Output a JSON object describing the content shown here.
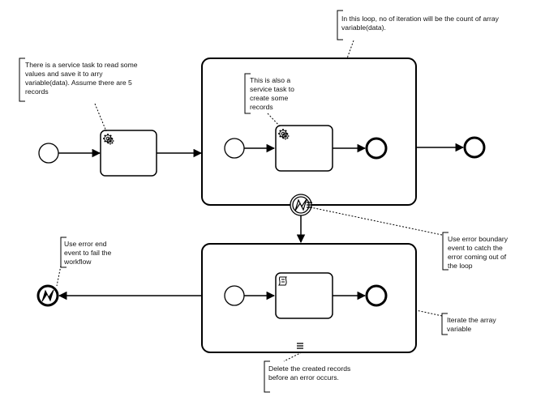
{
  "annotations": {
    "service_task_read": [
      "There is a service task to read some",
      "values and save it to arry",
      "variable(data). Assume there are 5",
      "records"
    ],
    "loop_iteration": [
      "In this loop, no of iteration will be the count of array",
      "variable(data)."
    ],
    "inner_service_task": [
      "This is also a",
      "service task to",
      "create some",
      "records"
    ],
    "error_boundary": [
      "Use error boundary",
      "event to catch the",
      "error coming out of",
      "the loop"
    ],
    "error_end": [
      "Use error end",
      "event to fail the",
      "workflow"
    ],
    "iterate_array": [
      "Iterate the array",
      "variable"
    ],
    "delete_records": [
      "Delete the created records",
      "before an error occurs."
    ]
  },
  "icons": {
    "service_task": "gear-icon",
    "compensation_task": "script-icon",
    "error_event": "lightning-icon",
    "multi_instance": "parallel-marker-icon"
  },
  "colors": {
    "stroke": "#000000",
    "text": "#111111",
    "background": "#ffffff"
  }
}
